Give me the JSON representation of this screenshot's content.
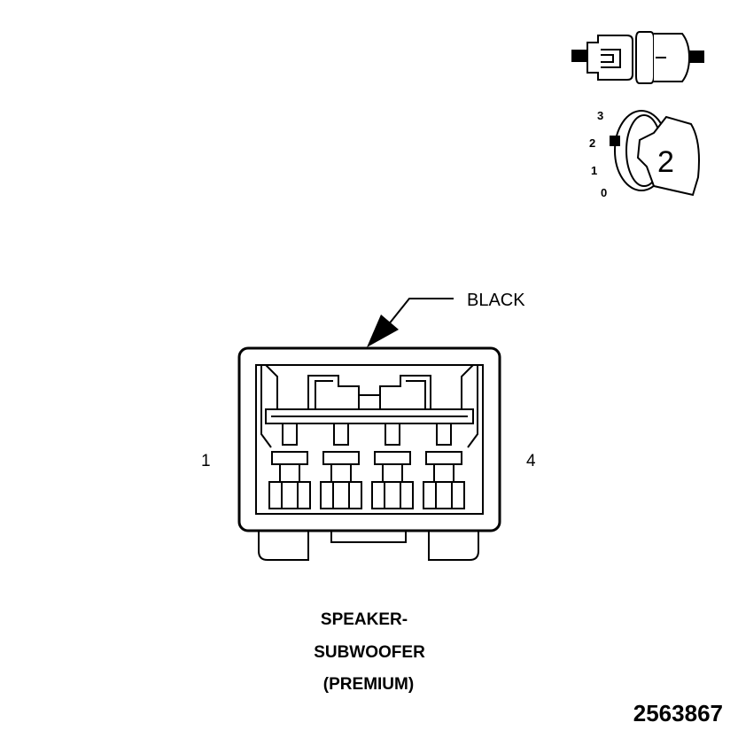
{
  "connector": {
    "color_label": "BLACK",
    "pin_first": "1",
    "pin_last": "4"
  },
  "lock_icon": {
    "positions": [
      "3",
      "2",
      "1",
      "0"
    ],
    "key_number": "2"
  },
  "caption": {
    "line1": "SPEAKER-",
    "line2": "SUBWOOFER",
    "line3": "(PREMIUM)"
  },
  "figure_number": "2563867"
}
